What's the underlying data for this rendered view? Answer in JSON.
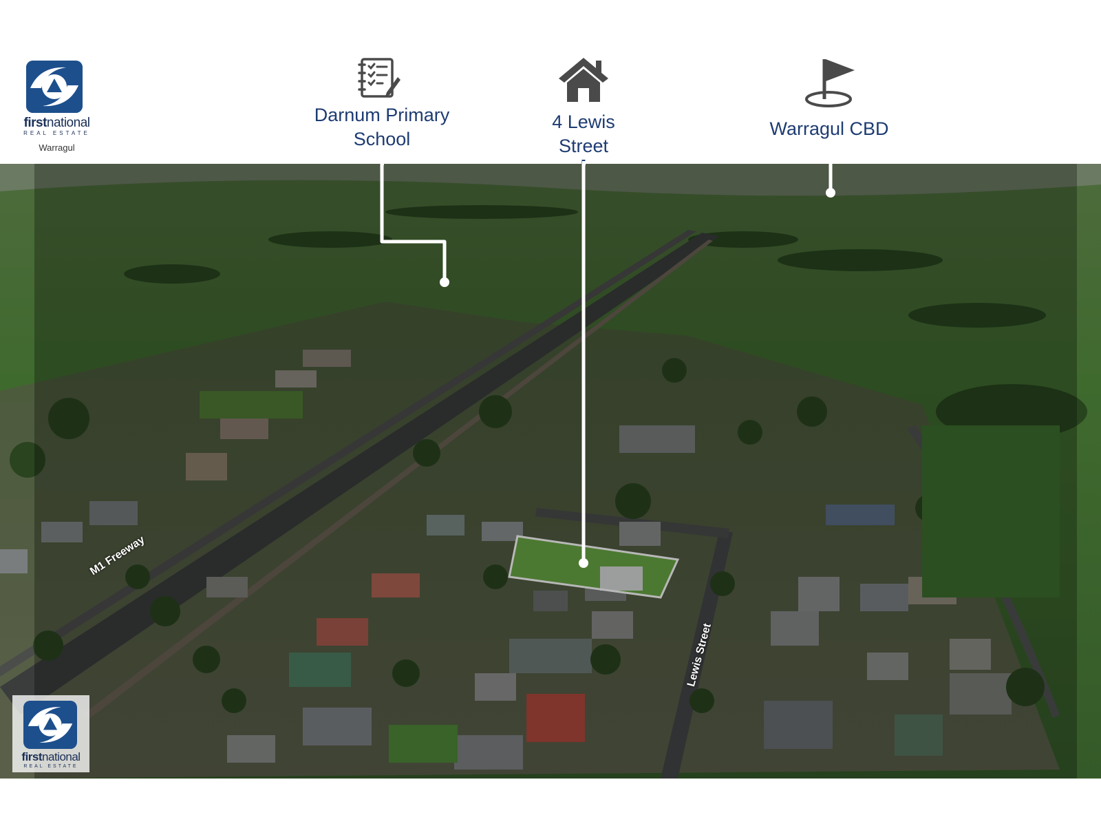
{
  "brand": {
    "name_bold": "first",
    "name_regular": "national",
    "subtitle": "REAL ESTATE",
    "office": "Warragul"
  },
  "points_of_interest": [
    {
      "label_line1": "Darnum Primary",
      "label_line2": "School",
      "icon": "clipboard-checklist-icon"
    },
    {
      "label_line1": "4 Lewis",
      "label_line2": "Street",
      "icon": "house-icon"
    },
    {
      "label_line1": "Warragul CBD",
      "icon": "golf-flag-pin-icon"
    }
  ],
  "map_labels": {
    "freeway": "M1 Freeway",
    "street": "Lewis Street"
  },
  "colors": {
    "brand_blue": "#1d4f8d",
    "label_blue": "#1e3c72",
    "icon_grey": "#4a4a4a",
    "header_bg": "#ffffff"
  }
}
